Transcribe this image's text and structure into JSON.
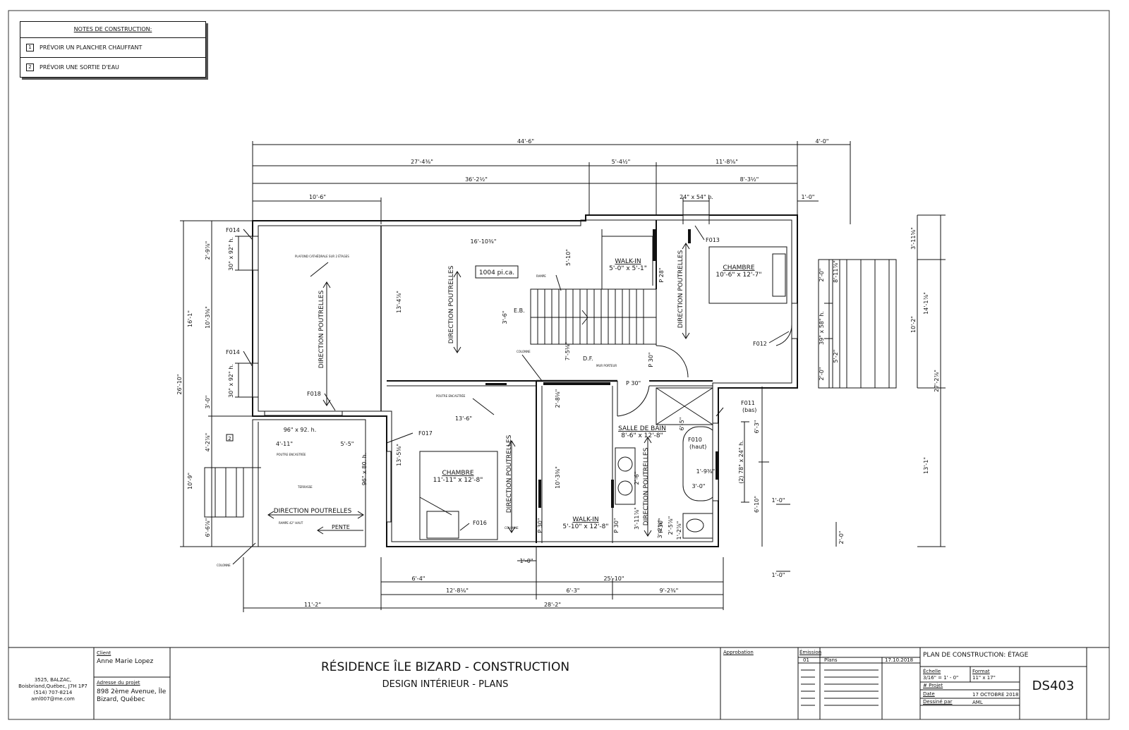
{
  "notes": {
    "title": "NOTES DE CONSTRUCTION:",
    "items": [
      {
        "num": "1",
        "text": "PRÉVOIR UN PLANCHER CHAUFFANT"
      },
      {
        "num": "2",
        "text": "PRÉVOIR UNE SORTIE D'EAU"
      }
    ]
  },
  "plan": {
    "dims_top": [
      "44'-6\"",
      "4'-0\"",
      "27'-4⅜\"",
      "5'-4½\"",
      "11'-8⅝\"",
      "36'-2½\"",
      "8'-3½\"",
      "10'-6\"",
      "1'-0\"",
      "24\" x 54\" h.",
      "16'-10⅜\""
    ],
    "dims_left": [
      "2'-9⅞\"",
      "10'-3⅝\"",
      "16'-1\"",
      "26'-10\"",
      "3'-0\"",
      "4'-2⅞\"",
      "10'-9\"",
      "6'-6⅞\""
    ],
    "dims_right": [
      "3'-11⅝\"",
      "14'-1⅞\"",
      "10'-2\"",
      "27'-2⅞\"",
      "13'-1\"",
      "8'-11⅞\"",
      "2'-0\"",
      "5'-2\"",
      "2'-0\"",
      "6'-3\"",
      "6'-10\"",
      "1'-0\"",
      "2'-0\"",
      "1'-0\""
    ],
    "dims_bottom": [
      "1'-0\"",
      "6'-4\"",
      "25'-10\"",
      "12'-8⅛\"",
      "6'-3\"",
      "9'-2⅜\"",
      "11'-2\"",
      "28'-2\""
    ],
    "windows": [
      "F014",
      "30\" x 92\" h.",
      "F014",
      "30\" x 92\" h.",
      "F018",
      "96\" x 92. h.",
      "4'-11\"",
      "5'-5\"",
      "F017",
      "96\" x 80. h.",
      "F013",
      "F012",
      "39\" x 58\" h.",
      "F011",
      "(bas)",
      "F010",
      "(haut)",
      "(2) 78\" x 24\" h.",
      "F016"
    ],
    "rooms": [
      {
        "name": "CHAMBRE",
        "size": "10'-6\" x 12'-7\""
      },
      {
        "name": "WALK-IN",
        "size": "5'-0\" x 5'-1\""
      },
      {
        "name": "CHAMBRE",
        "size": "11'-11\" x 12'-8\""
      },
      {
        "name": "WALK-IN",
        "size": "5'-10\" x 12'-8\""
      },
      {
        "name": "SALLE DE BAIN",
        "size": "8'-6\" x 12'-8\""
      }
    ],
    "area": "1004 pi.ca.",
    "joists": "DIRECTION POUTRELLES",
    "labels": [
      "E.B.",
      "D.F.",
      "P 30\"",
      "P 30\"",
      "P 28\"",
      "P 30\"",
      "P 30\"",
      "P 30\"",
      "PENTE",
      "13'-4⅞\"",
      "13'-6\"",
      "13'-5⅜\"",
      "10'-3⅜\"",
      "5'-10\"",
      "7'-5⅛\"",
      "3'-6\"",
      "2'-8⅛\"",
      "6'-5\"",
      "1'-9⅜\"",
      "3'-0\"",
      "2'-6\"",
      "3'-11⅞\"",
      "3'-2⅞\"",
      "2'-5⅞\"",
      "1'-2⅞\"",
      "2",
      "RAMPE",
      "PLAFOND CATHÉDRALE SUR 2 ÉTAGES",
      "COLONNE",
      "POUTRE ENCASTRÉE",
      "MUR PORTEUR",
      "TERRASSE",
      "RAMPE 42\" HAUT",
      "COLONNE"
    ]
  },
  "titleblock": {
    "company": [
      "3525, BALZAC,",
      "Boisbriand,Québec, J7H 1P7",
      "(514) 707-8214",
      "aml007@me.com"
    ],
    "client_label": "Client",
    "client": "Anne Marie Lopez",
    "address_label": "Adresse du projet",
    "address": [
      "898 2ème Avenue, Île",
      "Bizard, Québec"
    ],
    "project_title": "RÉSIDENCE ÎLE BIZARD - CONSTRUCTION",
    "project_subtitle": "DESIGN INTÉRIEUR - PLANS",
    "approbation_label": "Approbation",
    "emission_label": "Émission",
    "emission_no": "01",
    "emission_desc": "Plans",
    "emission_date": "17.10.2018",
    "sheet_title": "PLAN DE CONSTRUCTION: ÉTAGE",
    "echelle_label": "Échelle",
    "echelle": "3/16\" = 1' - 0\"",
    "format_label": "Format",
    "format": "11\" x 17\"",
    "projet_label": "# Projet",
    "date_label": "Date",
    "date": "17 OCTOBRE 2018",
    "dessine_label": "Dessiné par",
    "dessine": "AML",
    "sheet_number": "DS403"
  }
}
